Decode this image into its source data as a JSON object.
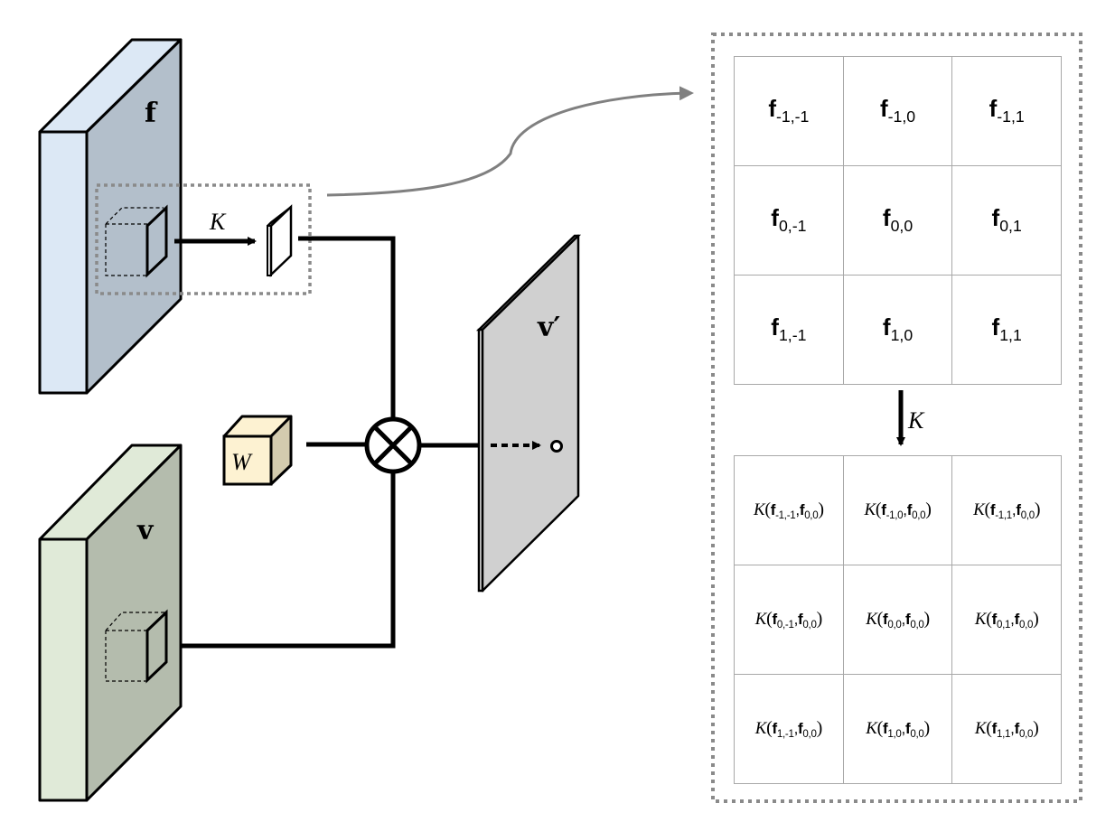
{
  "labels": {
    "f_tensor": "f",
    "v_tensor": "v",
    "v_prime": "v′",
    "weight": "W",
    "kernel_arrow": "K",
    "kernel_down_arrow": "K"
  },
  "operator": "⊗",
  "colors": {
    "f_front": "#dce8f5",
    "f_face": "#b3bfcb",
    "v_front": "#e0ead8",
    "v_face": "#b4bcad",
    "v_prime_face": "#d0d0d0",
    "w_front": "#fdf2d2",
    "w_side": "#d3cbae",
    "dotted_border": "#8a8a8a",
    "grid_line": "#a8a8a8",
    "connector": "#808080"
  },
  "neighborhood_grid": {
    "cells": [
      [
        {
          "base": "f",
          "sub": "-1,-1"
        },
        {
          "base": "f",
          "sub": "-1,0"
        },
        {
          "base": "f",
          "sub": "-1,1"
        }
      ],
      [
        {
          "base": "f",
          "sub": "0,-1"
        },
        {
          "base": "f",
          "sub": "0,0"
        },
        {
          "base": "f",
          "sub": "0,1"
        }
      ],
      [
        {
          "base": "f",
          "sub": "1,-1"
        },
        {
          "base": "f",
          "sub": "1,0"
        },
        {
          "base": "f",
          "sub": "1,1"
        }
      ]
    ]
  },
  "kernel_grid": {
    "fn": "K",
    "ref_base": "f",
    "ref_sub": "0,0",
    "cells": [
      [
        {
          "base": "f",
          "sub": "-1,-1"
        },
        {
          "base": "f",
          "sub": "-1,0"
        },
        {
          "base": "f",
          "sub": "-1,1"
        }
      ],
      [
        {
          "base": "f",
          "sub": "0,-1"
        },
        {
          "base": "f",
          "sub": "0,0"
        },
        {
          "base": "f",
          "sub": "0,1"
        }
      ],
      [
        {
          "base": "f",
          "sub": "1,-1"
        },
        {
          "base": "f",
          "sub": "1,0"
        },
        {
          "base": "f",
          "sub": "1,1"
        }
      ]
    ]
  }
}
